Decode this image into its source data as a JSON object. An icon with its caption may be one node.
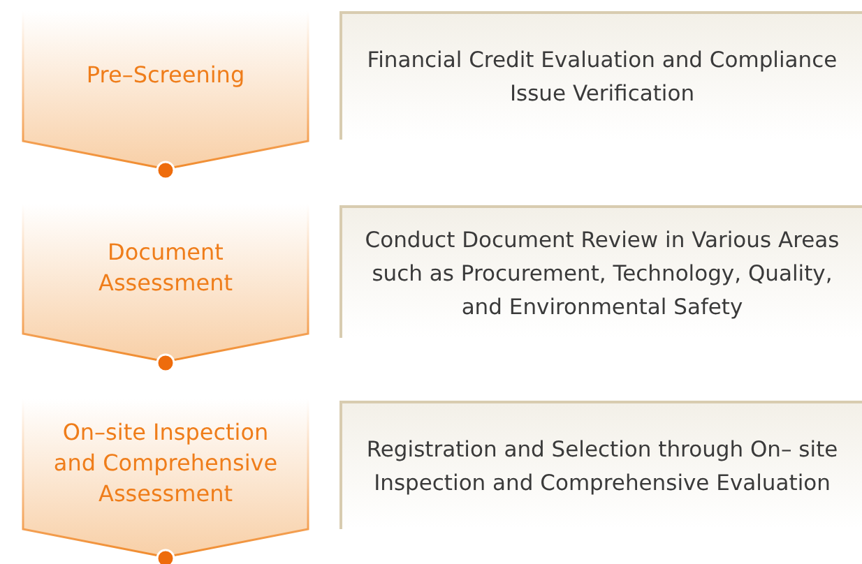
{
  "diagram": {
    "nodes": [
      {
        "text": [
          "Pre–Screening"
        ]
      },
      {
        "text": [
          "Financial Credit Evaluation and Compliance Issue Verification"
        ]
      },
      {
        "text": [
          "Document Assessment"
        ]
      },
      {
        "text": [
          "Conduct Document Review in Various Areas such as Procurement, Technology, Quality, and Environmental Safety"
        ]
      },
      {
        "text": [
          "On–site Inspection and Comprehensive Assessment"
        ]
      },
      {
        "text": [
          "Registration and Selection through On– site Inspection and Comprehensive Evaluation"
        ]
      }
    ]
  }
}
